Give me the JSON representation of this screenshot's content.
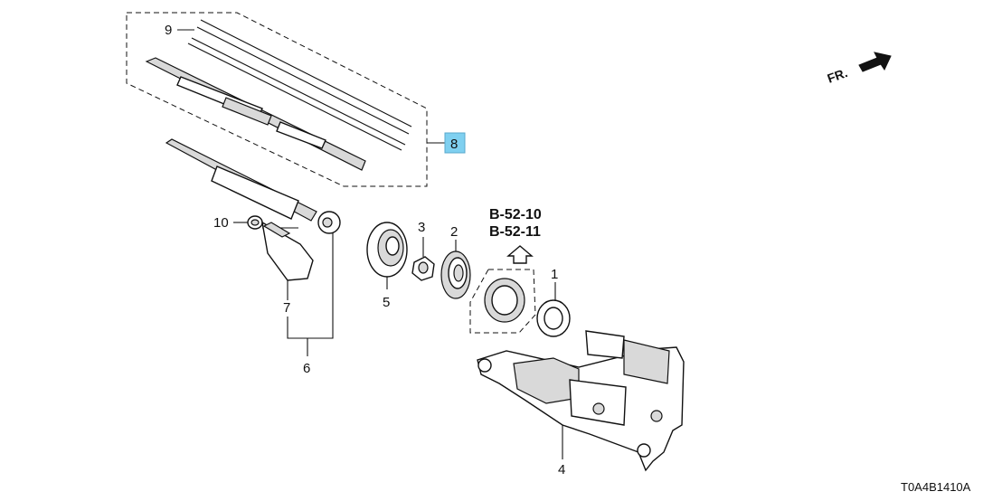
{
  "diagram": {
    "part_numbers": {
      "p1": "1",
      "p2": "2",
      "p3": "3",
      "p4": "4",
      "p5": "5",
      "p6": "6",
      "p7": "7",
      "p8": "8",
      "p9": "9",
      "p10": "10"
    },
    "references": [
      "B-52-10",
      "B-52-11"
    ],
    "direction_label": "FR.",
    "drawing_code": "T0A4B1410A",
    "highlight_color": "#7fd0f0"
  }
}
